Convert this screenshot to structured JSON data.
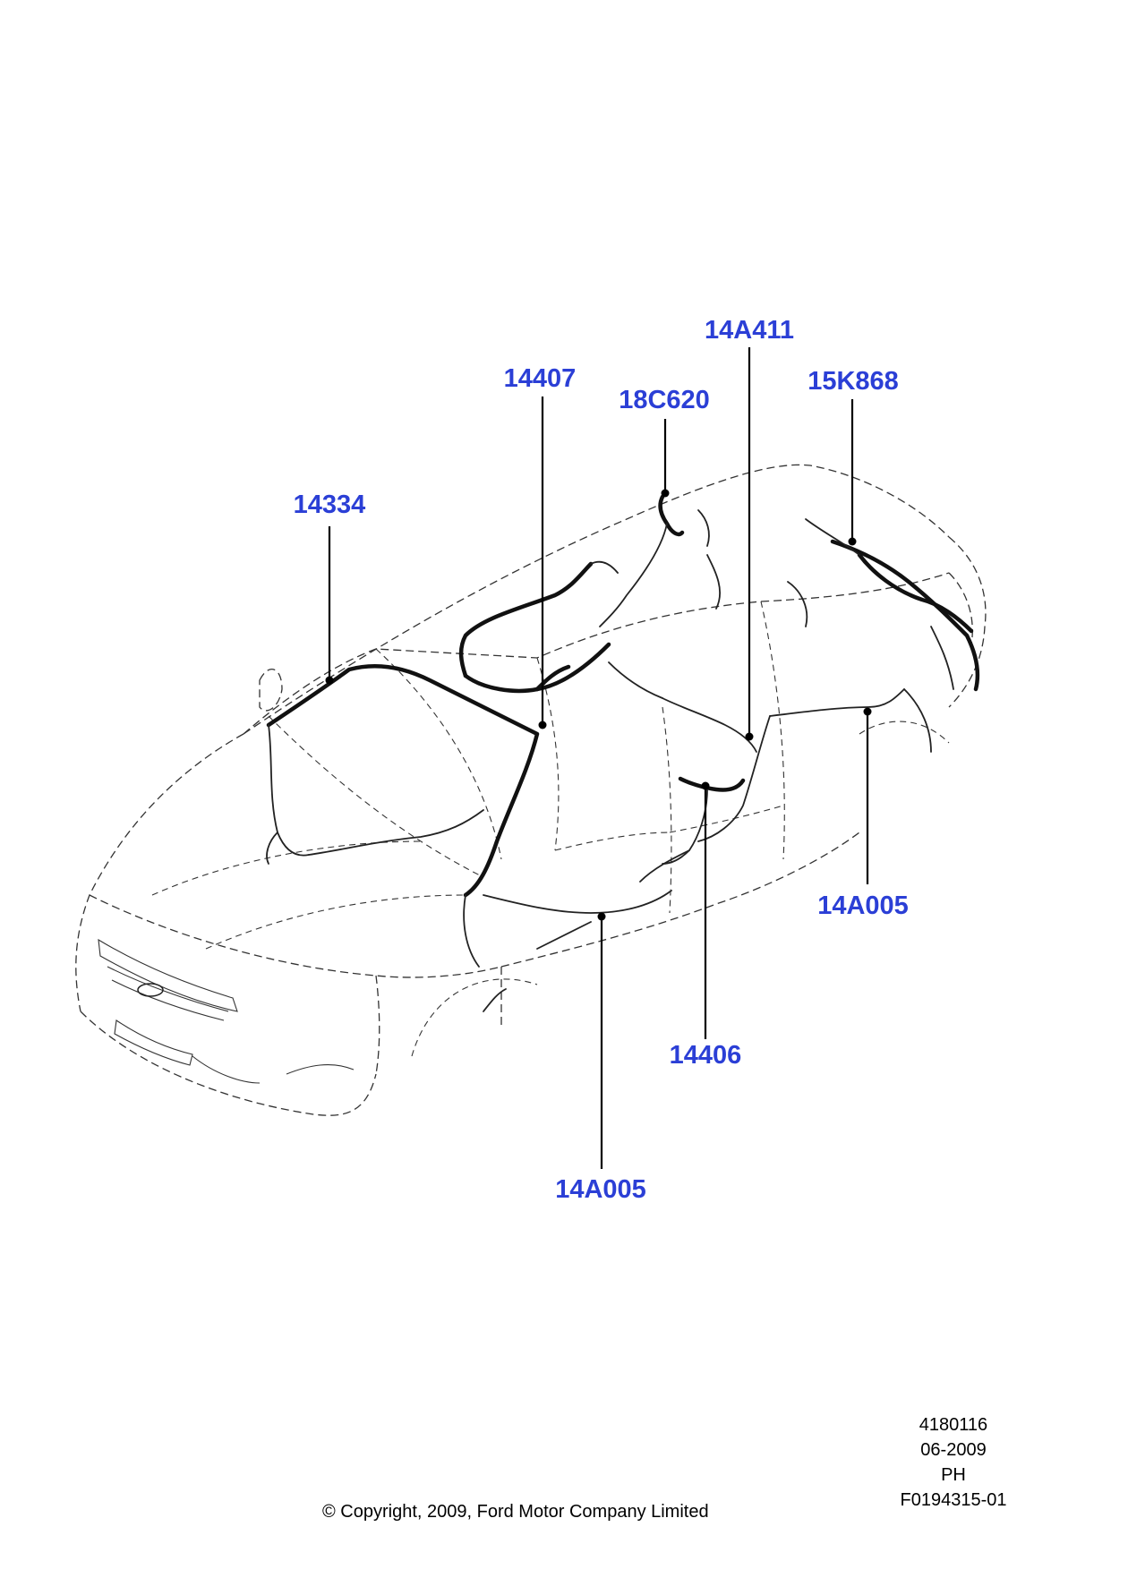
{
  "callouts": {
    "c14334": "14334",
    "c14407": "14407",
    "c18C620": "18C620",
    "c14A411": "14A411",
    "c15K868": "15K868",
    "c14A005_right": "14A005",
    "c14406": "14406",
    "c14A005_bottom": "14A005"
  },
  "footer": {
    "ref_number": "4180116",
    "date": "06-2009",
    "code": "PH",
    "figure_id": "F0194315-01",
    "copyright": "© Copyright, 2009, Ford Motor Company Limited"
  },
  "colors": {
    "callout_blue": "#2b3fd6",
    "line_black": "#000000"
  }
}
